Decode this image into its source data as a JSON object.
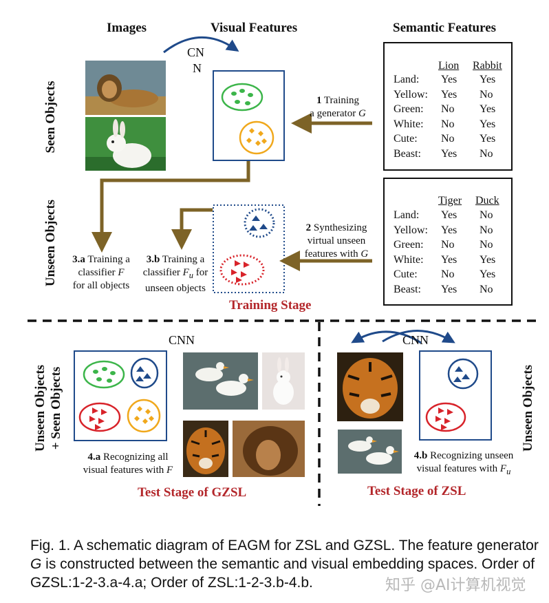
{
  "headers": {
    "images": "Images",
    "visual_features": "Visual Features",
    "semantic_features": "Semantic Features"
  },
  "side_labels": {
    "seen": "Seen Objects",
    "unseen": "Unseen Objects",
    "gzsl_line1": "Unseen Objects",
    "gzsl_line2": "+ Seen Objects",
    "zsl": "Unseen Objects"
  },
  "cnn": {
    "top_line1": "CN",
    "top_line2": "N",
    "gzsl": "CNN",
    "zsl": "CNN"
  },
  "seen_table": {
    "cols": [
      "Lion",
      "Rabbit"
    ],
    "rows": [
      {
        "attr": "Land:",
        "a": "Yes",
        "b": "Yes"
      },
      {
        "attr": "Yellow:",
        "a": "Yes",
        "b": "No"
      },
      {
        "attr": "Green:",
        "a": "No",
        "b": "Yes"
      },
      {
        "attr": "White:",
        "a": "No",
        "b": "Yes"
      },
      {
        "attr": "Cute:",
        "a": "No",
        "b": "Yes"
      },
      {
        "attr": "Beast:",
        "a": "Yes",
        "b": "No"
      }
    ]
  },
  "unseen_table": {
    "cols": [
      "Tiger",
      "Duck"
    ],
    "rows": [
      {
        "attr": "Land:",
        "a": "Yes",
        "b": "No"
      },
      {
        "attr": "Yellow:",
        "a": "Yes",
        "b": "No"
      },
      {
        "attr": "Green:",
        "a": "No",
        "b": "No"
      },
      {
        "attr": "White:",
        "a": "Yes",
        "b": "Yes"
      },
      {
        "attr": "Cute:",
        "a": "No",
        "b": "Yes"
      },
      {
        "attr": "Beast:",
        "a": "Yes",
        "b": "No"
      }
    ]
  },
  "steps": {
    "s1_num": "1",
    "s1_line1": "Training",
    "s1_line2": "a generator",
    "s1_var": "G",
    "s2_num": "2",
    "s2_line1": "Synthesizing",
    "s2_line2": "virtual unseen",
    "s2_line3": "features with",
    "s2_var": "G",
    "s3a_num": "3.a",
    "s3a_line1": "Training a",
    "s3a_line2": "classifier",
    "s3a_var": "F",
    "s3a_line3": "for all objects",
    "s3b_num": "3.b",
    "s3b_line1": "Training a",
    "s3b_line2": "classifier",
    "s3b_var": "F",
    "s3b_sub": "u",
    "s3b_line2b": "for",
    "s3b_line3": "unseen objects",
    "s4a_num": "4.a",
    "s4a_line1": "Recognizing all",
    "s4a_line2": "visual features with",
    "s4a_var": "F",
    "s4b_num": "4.b",
    "s4b_line1": "Recognizing unseen",
    "s4b_line2": "visual features with",
    "s4b_var": "F",
    "s4b_sub": "u"
  },
  "stages": {
    "training": "Training Stage",
    "gzsl": "Test Stage of GZSL",
    "zsl": "Test Stage of ZSL"
  },
  "caption": {
    "part1": "Fig. 1. A schematic diagram of EAGM for ZSL and GZSL. The feature generator ",
    "var": "G",
    "part2": " is constructed between the semantic and visual embedding spaces. Order of GZSL:1-2-3.a-4.a; Order of ZSL:1-2-3.b-4.b."
  },
  "watermark": "知乎 @AI计算机视觉",
  "colors": {
    "arrow": "#7d6327",
    "box": "#1f4a8a",
    "green": "#3cb54a",
    "red": "#d8232a",
    "blue": "#1f4a8a",
    "orange": "#f0a81c",
    "stage": "#b3262a"
  },
  "photos": [
    "lion",
    "rabbit",
    "ducks",
    "rabbit",
    "tiger",
    "lion",
    "tiger",
    "ducks"
  ]
}
